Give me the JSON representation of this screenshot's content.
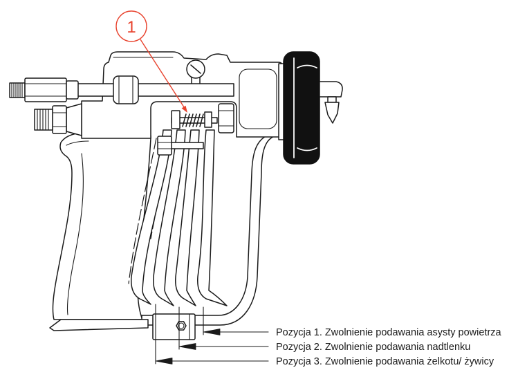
{
  "callout": {
    "label": "1",
    "color": "#e8432e"
  },
  "positions": [
    {
      "label": "Pozycja 1. Zwolnienie podawania asysty powietrza"
    },
    {
      "label": "Pozycja 2. Zwolnienie podawania nadtlenku"
    },
    {
      "label": "Pozycja 3. Zwolnienie podawania żelkotu/ żywicy"
    }
  ],
  "colors": {
    "line": "#1a1a1a",
    "nozzle_ring": "#111111"
  }
}
